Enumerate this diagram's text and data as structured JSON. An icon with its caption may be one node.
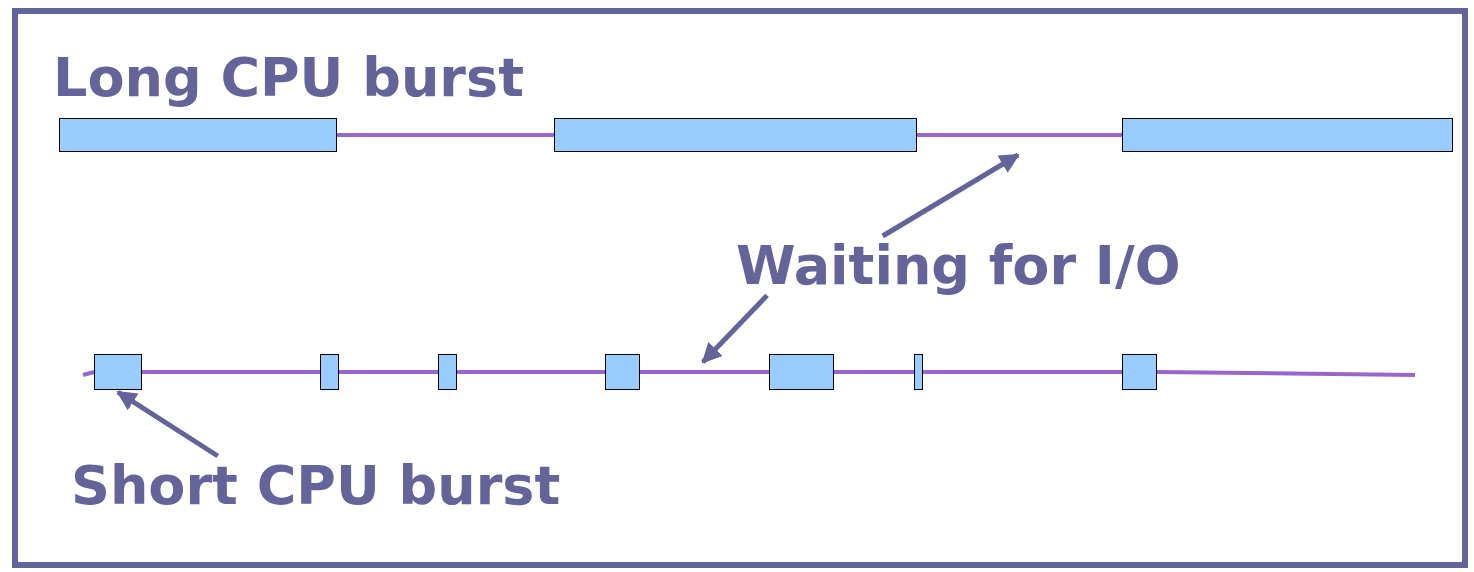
{
  "diagram": {
    "nodes": [
      {
        "text": [],
        "shape": "box"
      },
      {
        "text": [],
        "shape": "box"
      },
      {
        "text": [],
        "shape": "box"
      },
      {
        "text": [
          "Waiting for I/O"
        ]
      },
      {
        "text": [],
        "shape": "box"
      },
      {
        "text": [],
        "shape": "box"
      },
      {
        "text": [],
        "shape": "box"
      },
      {
        "text": [],
        "shape": "box"
      },
      {
        "text": [],
        "shape": "box"
      },
      {
        "text": [],
        "shape": "box"
      },
      {
        "text": [],
        "shape": "box"
      },
      {
        "text": [
          "Short CPU burst"
        ]
      }
    ],
    "edges": [
      {
        "from": 0,
        "to": 1,
        "arrow": "none"
      },
      {
        "from": 1,
        "to": 2,
        "arrow": "none"
      },
      {
        "from": null,
        "to": 4,
        "arrow": "none"
      },
      {
        "from": 4,
        "to": 5,
        "arrow": "none"
      },
      {
        "from": 5,
        "to": 6,
        "arrow": "none"
      },
      {
        "from": 6,
        "to": 7,
        "arrow": "none"
      },
      {
        "from": 7,
        "to": 8,
        "arrow": "none"
      },
      {
        "from": 8,
        "to": 9,
        "arrow": "none"
      },
      {
        "from": 9,
        "to": 10,
        "arrow": "none"
      },
      {
        "from": 10,
        "to": null,
        "arrow": "none"
      },
      {
        "from": 3,
        "to": null,
        "arrow": "to",
        "color": "#64649a"
      },
      {
        "from": 3,
        "to": null,
        "arrow": "to",
        "color": "#64649a"
      },
      {
        "from": 11,
        "to": 4,
        "arrow": "to",
        "color": "#64649a"
      }
    ],
    "labels": [
      "Long CPU burst"
    ]
  }
}
